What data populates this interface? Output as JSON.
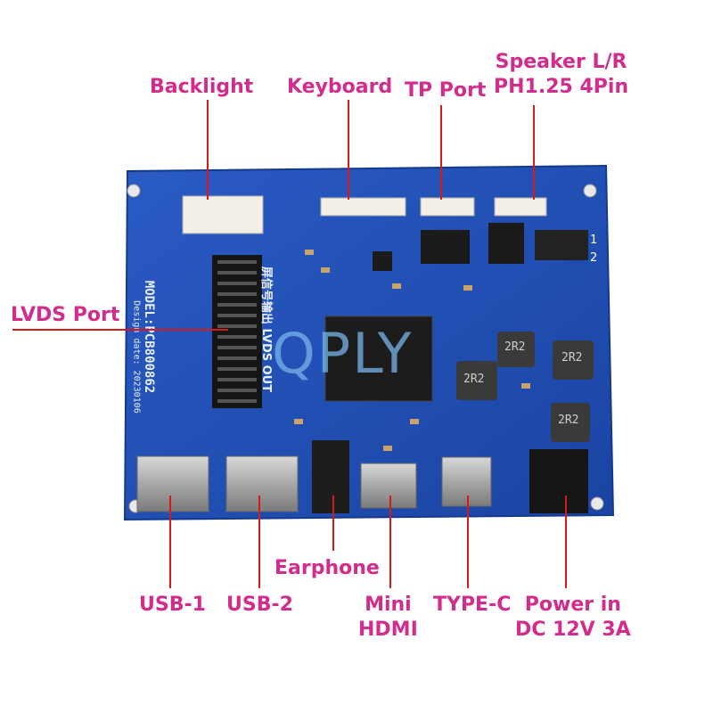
{
  "labels": {
    "backlight": "Backlight",
    "keyboard": "Keyboard",
    "tp_port": "TP Port",
    "speaker_line1": "Speaker L/R",
    "speaker_line2": "PH1.25 4Pin",
    "lvds_port": "LVDS Port",
    "earphone": "Earphone",
    "usb1": "USB-1",
    "usb2": "USB-2",
    "mini_hdmi_line1": "Mini",
    "mini_hdmi_line2": "HDMI",
    "type_c": "TYPE-C",
    "power_line1": "Power in",
    "power_line2": "DC 12V 3A"
  },
  "board_print": {
    "model": "MODEL:PCB800862",
    "design_date": "Design date: 20230106",
    "lvds_out_chinese": "屏信号输出 LVDS OUT",
    "watermark": "QPLY",
    "inductor_mark": "2R2",
    "pin_1": "1",
    "pin_2": "2"
  },
  "colors": {
    "label": "#d22c8c",
    "leader_line": "#d51a1a",
    "pcb": "#1f4fb4"
  }
}
